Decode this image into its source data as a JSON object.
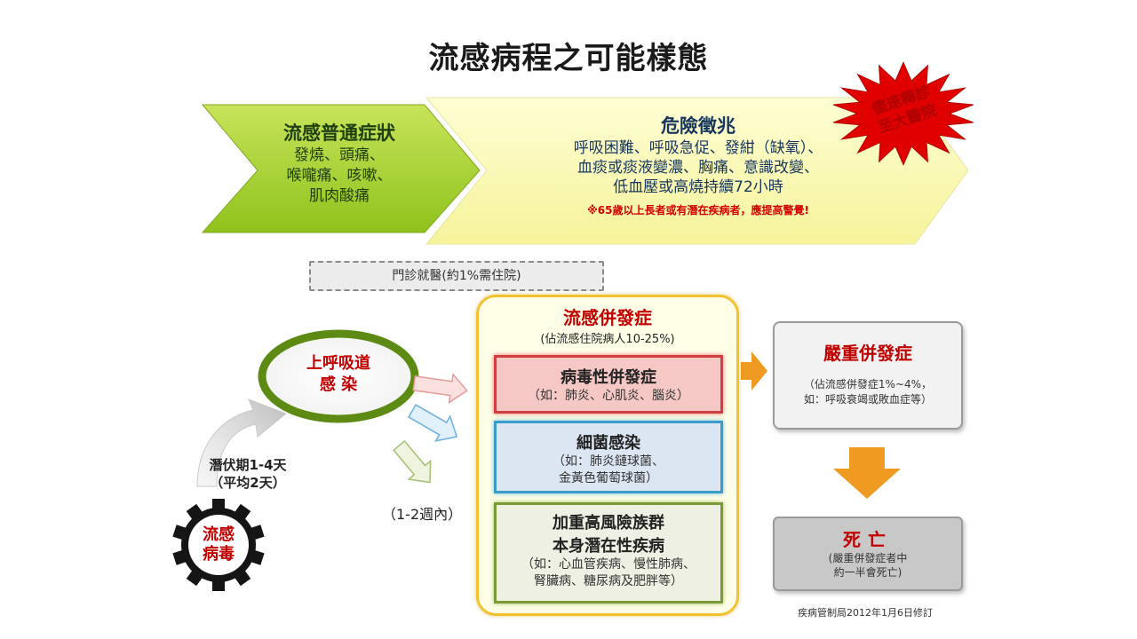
{
  "title": "流感病程之可能樣態",
  "common": {
    "title": "流感普通症狀",
    "lines": [
      "發燒、頭痛、",
      "喉嚨痛、咳嗽、",
      "肌肉酸痛"
    ]
  },
  "danger": {
    "title": "危險徵兆",
    "lines": [
      "呼吸困難、呼吸急促、發紺（缺氧）、",
      "血痰或痰液變濃、胸痛、意識改變、",
      "低血壓或高燒持續72小時"
    ],
    "note": "※65歲以上長者或有潛在疾病者，應提高警覺!"
  },
  "urgent": {
    "lines": [
      "儘速轉診",
      "至大醫院"
    ]
  },
  "outpatient": "門診就醫(約1%需住院)",
  "urt": {
    "lines": [
      "上呼吸道",
      "感 染"
    ]
  },
  "virus": {
    "lines": [
      "流感",
      "病毒"
    ]
  },
  "incubation": {
    "lines": [
      "潛伏期1-4天",
      "（平均2天）"
    ]
  },
  "weeks": "（1-2週內）",
  "complications": {
    "title": "流感併發症",
    "subtitle": "(佔流感住院病人10-25%)",
    "viral": {
      "title": "病毒性併發症",
      "lines": [
        "（如：肺炎、心肌炎、腦炎）"
      ]
    },
    "bacterial": {
      "title": "細菌感染",
      "lines": [
        "（如：肺炎鏈球菌、",
        "金黃色葡萄球菌）"
      ]
    },
    "highrisk": {
      "title_lines": [
        "加重高風險族群",
        "本身潛在性疾病"
      ],
      "lines": [
        "（如：心血管疾病、慢性肺病、",
        "腎臟病、糖尿病及肥胖等）"
      ]
    }
  },
  "severe": {
    "title": "嚴重併發症",
    "lines": [
      "（佔流感併發症1%~4%，",
      "如：呼吸衰竭或敗血症等）"
    ]
  },
  "death": {
    "title": "死亡",
    "lines": [
      "(嚴重併發症者中",
      "約一半會死亡)"
    ]
  },
  "footer": "疾病管制局2012年1月6日修訂",
  "colors": {
    "green_arrow": "#a8d332",
    "yellow_arrow": "#fdfcb0",
    "starburst": "#e00000",
    "starburst_center": "#f5e000",
    "orange_arrow": "#ef9a20",
    "accent_red": "#c00000"
  }
}
